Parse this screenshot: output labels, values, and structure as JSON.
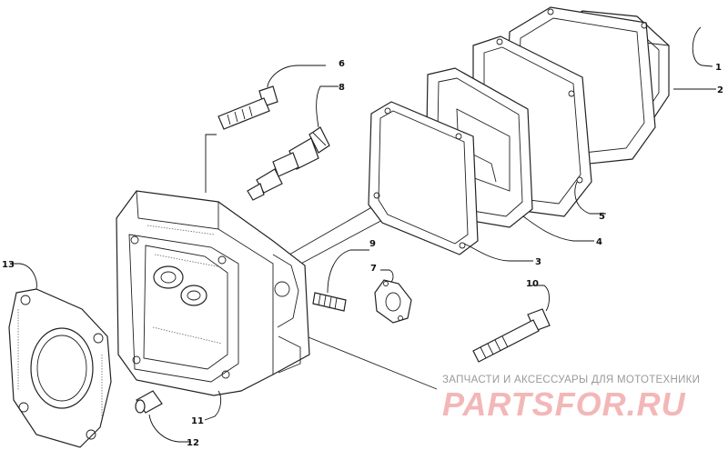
{
  "callouts": [
    "1",
    "2",
    "3",
    "4",
    "5",
    "6",
    "7",
    "8",
    "9",
    "10",
    "11",
    "12",
    "13"
  ],
  "watermark": {
    "subtitle": "ЗАПЧАСТИ И АКСЕССУАРЫ ДЛЯ МОТОТЕХНИКИ",
    "logo": "PARTSFOR.RU"
  },
  "colors": {
    "line": "#222222",
    "logo": "#f3b7b7",
    "subtitle": "#9a9a9a"
  }
}
